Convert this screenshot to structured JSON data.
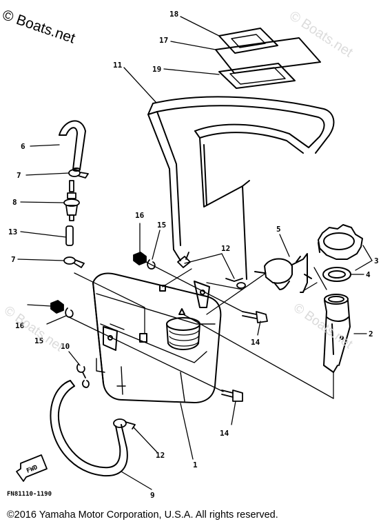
{
  "watermark": {
    "top_left": "© Boats.net",
    "top_right": "© Boats.net",
    "mid_left": "© Boats.net",
    "mid_right": "© Boats.net"
  },
  "drawing_code": "FN81110-1190",
  "copyright": "©2016 Yamaha Motor Corporation, U.S.A. All rights reserved.",
  "forward_label": "FWD",
  "callouts": {
    "p1": "1",
    "p2": "2",
    "p3": "3",
    "p4": "4",
    "p5": "5",
    "p6": "6",
    "p7a": "7",
    "p7b": "7",
    "p8": "8",
    "p9": "9",
    "p10": "10",
    "p11": "11",
    "p12a": "12",
    "p12b": "12",
    "p13": "13",
    "p14a": "14",
    "p14b": "14",
    "p15a": "15",
    "p15b": "15",
    "p16a": "16",
    "p16b": "16",
    "p17": "17",
    "p18": "18",
    "p19": "19"
  }
}
